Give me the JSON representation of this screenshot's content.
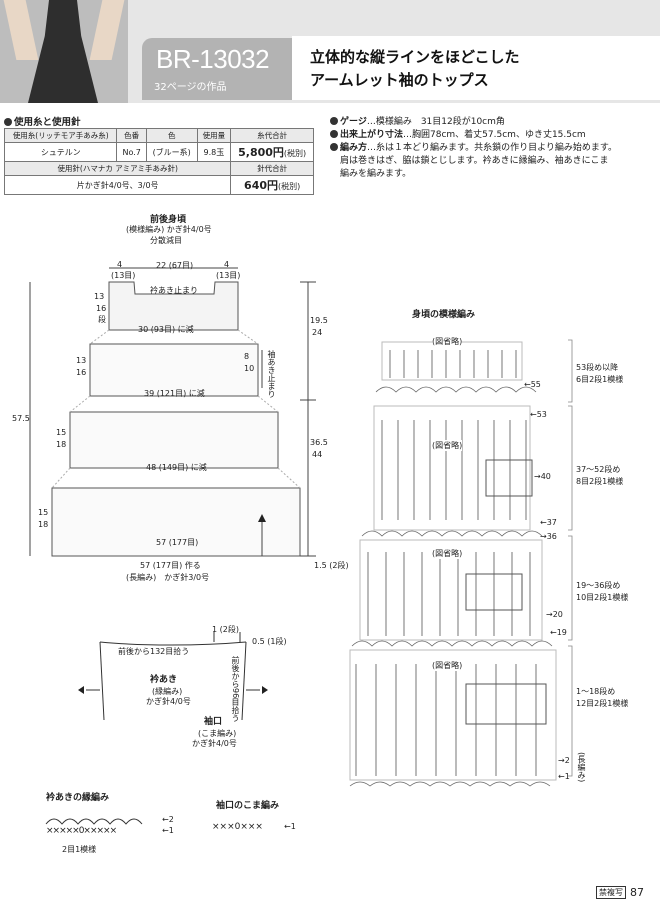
{
  "header": {
    "code": "BR-13032",
    "page_ref": "32ページの作品",
    "title_line1": "立体的な縦ラインをほどこした",
    "title_line2": "アームレット袖のトップス"
  },
  "materials": {
    "heading": "使用糸と使用針",
    "yarn_header": [
      "使用糸(リッチモア手あみ糸)",
      "色番",
      "色",
      "使用量",
      "糸代合計"
    ],
    "yarn_row": [
      "シュテルン",
      "No.7",
      "(ブルー系)",
      "9.8玉",
      "5,800円",
      "(税別)"
    ],
    "needle_header": [
      "使用針(ハマナカ アミアミ手あみ針)",
      "針代合計"
    ],
    "needle_row": [
      "片かぎ針4/0号、3/0号",
      "640円",
      "(税別)"
    ]
  },
  "info": {
    "gauge_label": "ゲージ",
    "gauge": "…模様編み　31目12段が10cm角",
    "size_label": "出来上がり寸法",
    "size": "…胸囲78cm、着丈57.5cm、ゆき丈15.5cm",
    "method_label": "編み方",
    "method_1": "…糸は１本どり編みます。共糸鎖の作り目より編み始めます。",
    "method_2": "肩は巻きはぎ、脇は鎖とじします。衿あきに縁編み、袖あきにこま",
    "method_3": "編みを編みます。"
  },
  "body_diagram": {
    "title": "前後身頃",
    "sub1": "(模様編み) かぎ針4/0号",
    "sub2": "分散減目",
    "top_w": "22 (67目)",
    "side_4": "4",
    "side_13": "(13目)",
    "shoulder_stop": "衿あき止まり",
    "t1_h": "13",
    "t1_r": "16",
    "t1_r2": "段",
    "dec1": "30 (93目) に減",
    "dec2": "39 (121目) に減",
    "dec3": "48 (149目) に減",
    "bottom_w": "57 (177目)",
    "bottom_make": "57 (177目) 作る",
    "bottom_make2": "(長編み)　かぎ針3/0号",
    "t2_h": "13",
    "t2_r": "16",
    "t3_h": "15",
    "t3_r": "18",
    "t4_h": "15",
    "t4_r": "18",
    "arm_8": "8",
    "arm_r": "10",
    "sleeve_stop": "袖あき止まり",
    "total": "57.5",
    "r_upper": "19.5",
    "r_upper_r": "24",
    "r_lower": "36.5",
    "r_lower_r": "44",
    "hem": "1.5 (2段)"
  },
  "neck_diagram": {
    "rows1": "1 (2段)",
    "rows05": "0.5 (1段)",
    "pickup": "前後から132目拾う",
    "neck": "衿あき",
    "neck_sub1": "(縁編み)",
    "neck_sub2": "かぎ針4/0号",
    "sleeve_pick": "前後から96目拾う",
    "cuff": "袖口",
    "cuff_sub1": "(こま編み)",
    "cuff_sub2": "かぎ針4/0号"
  },
  "edge": {
    "title1": "衿あきの縁編み",
    "repeat": "2目1模様",
    "title2": "袖口のこま編み",
    "cuff_stitch": "×××0×××",
    "r1": "←1",
    "r2": "←2"
  },
  "pattern": {
    "title": "身頃の模様編み",
    "omit": "(図省略)",
    "g1": "53段め以降",
    "g1b": "6目2段1模様",
    "g2": "37〜52段め",
    "g2b": "8目2段1模様",
    "g3": "19〜36段め",
    "g3b": "10目2段1模様",
    "g4": "1〜18段め",
    "g4b": "12目2段1模様",
    "r55": "←55",
    "r53": "←53",
    "r40": "→40",
    "r37": "←37",
    "r36": "→36",
    "r20": "→20",
    "r19": "←19",
    "r2": "→2",
    "r1": "←1",
    "base": "(長編み)"
  },
  "footer": {
    "badge": "禁複写",
    "page": "87"
  }
}
